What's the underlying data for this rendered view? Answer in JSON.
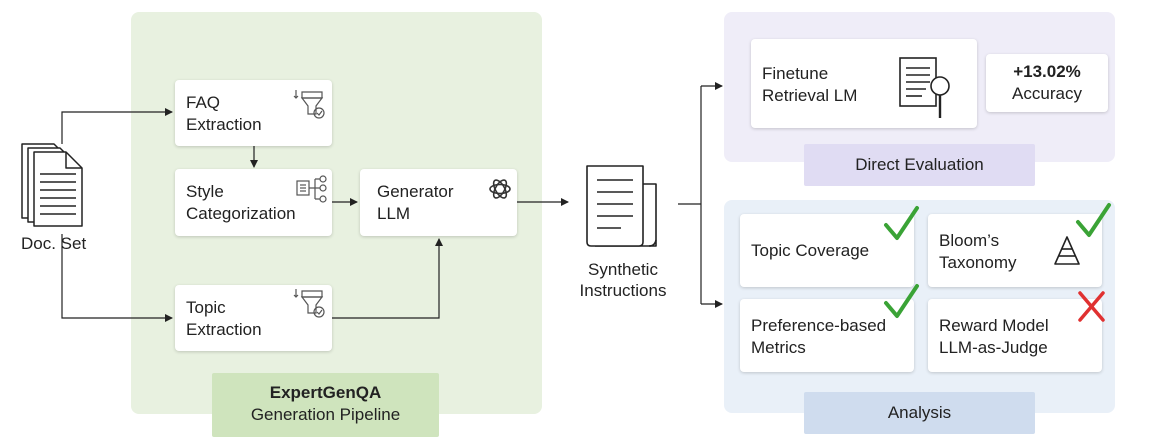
{
  "doc_set": {
    "label": "Doc. Set"
  },
  "pipeline": {
    "title": "ExpertGenQA",
    "subtitle": "Generation Pipeline",
    "faq": {
      "line1": "FAQ",
      "line2": "Extraction"
    },
    "style": {
      "line1": "Style",
      "line2": "Categorization"
    },
    "topic": {
      "line1": "Topic",
      "line2": "Extraction"
    },
    "generator": {
      "line1": "Generator",
      "line2": "LLM"
    }
  },
  "synthetic": {
    "line1": "Synthetic",
    "line2": "Instructions"
  },
  "direct_eval": {
    "title": "Direct Evaluation",
    "finetune": {
      "line1": "Finetune",
      "line2": "Retrieval LM"
    },
    "accuracy": {
      "value": "+13.02%",
      "label": "Accuracy"
    }
  },
  "analysis": {
    "title": "Analysis",
    "items": [
      {
        "line1": "Topic Coverage",
        "line2": "",
        "mark": "check"
      },
      {
        "line1": "Bloom’s",
        "line2": "Taxonomy",
        "mark": "check"
      },
      {
        "line1": "Preference-based",
        "line2": "Metrics",
        "mark": "check"
      },
      {
        "line1": "Reward Model",
        "line2": "LLM-as-Judge",
        "mark": "cross"
      }
    ]
  },
  "colors": {
    "pipeline_bg": "#e8f1e0",
    "pipeline_label_bg": "#cfe4bd",
    "direct_bg": "#efedf8",
    "direct_label_bg": "#e0dcf3",
    "analysis_bg": "#e9f0f8",
    "analysis_label_bg": "#cfdcee",
    "check": "#3aa336",
    "cross": "#e03131"
  }
}
